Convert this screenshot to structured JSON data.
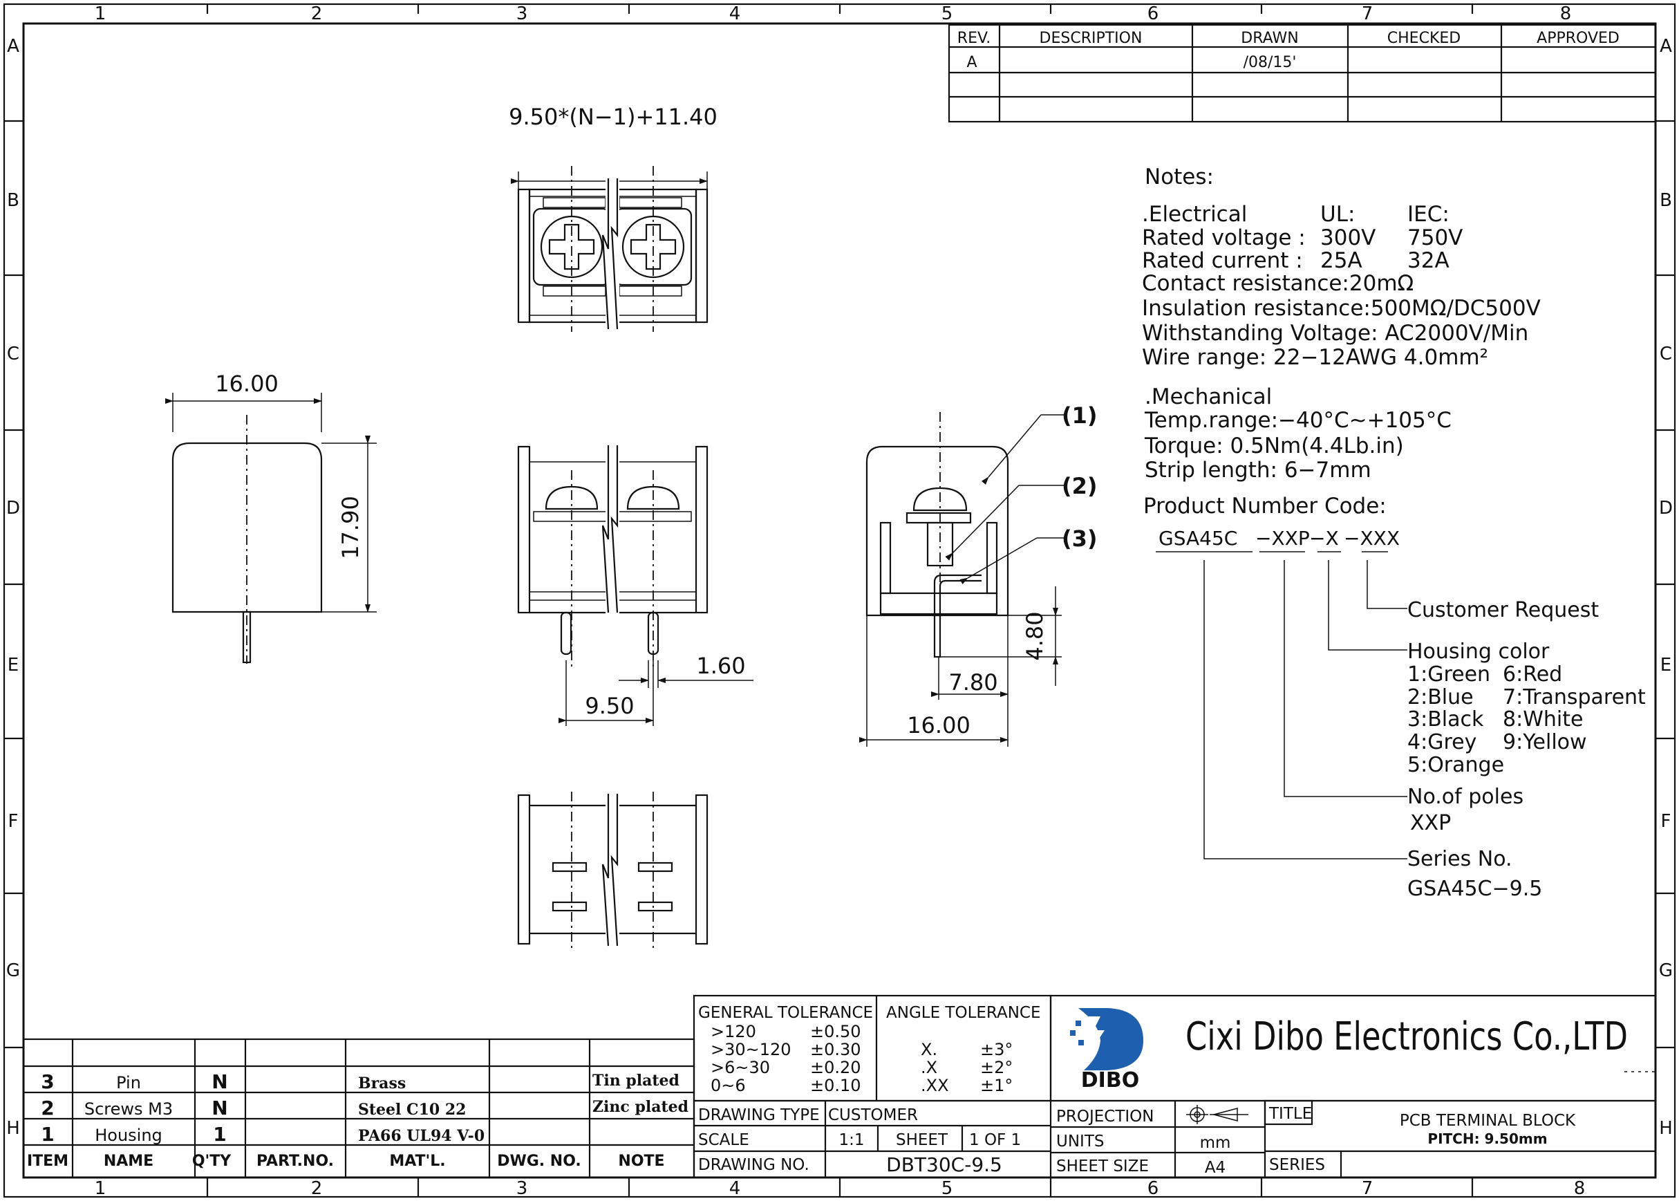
{
  "frame": {
    "columns": [
      "1",
      "2",
      "3",
      "4",
      "5",
      "6",
      "7",
      "8"
    ],
    "rows": [
      "A",
      "B",
      "C",
      "D",
      "E",
      "F",
      "G",
      "H"
    ]
  },
  "revision_table": {
    "headers": [
      "REV.",
      "DESCRIPTION",
      "DRAWN",
      "CHECKED",
      "APPROVED"
    ],
    "rows": [
      [
        "A",
        "",
        "/08/15'",
        "",
        ""
      ],
      [
        "",
        "",
        "",
        "",
        ""
      ]
    ]
  },
  "dimensions": {
    "top_width": "9.50*(N−1)+11.40",
    "side_width": "16.00",
    "side_height": "17.90",
    "pin_dia": "1.60",
    "pitch": "9.50",
    "pin_length": "4.80",
    "pin_offset": "7.80",
    "section_width": "16.00"
  },
  "callouts": [
    "(1)",
    "(2)",
    "(3)"
  ],
  "notes": {
    "title": "Notes:",
    "electrical": [
      [
        ".Electrical",
        "UL:",
        "IEC:"
      ],
      [
        "Rated  voltage  :",
        "300V",
        "750V"
      ],
      [
        "Rated  current  :",
        "25A",
        "32A"
      ]
    ],
    "electrical_lines": [
      "Contact  resistance:20mΩ",
      "Insulation  resistance:500MΩ/DC500V",
      "Withstanding  Voltage:  AC2000V/Min",
      "Wire  range:  22−12AWG  4.0mm²"
    ],
    "mechanical": [
      ".Mechanical",
      "Temp.range:−40°C~+105°C",
      "Torque:  0.5Nm(4.4Lb.in)",
      "Strip  length:  6−7mm"
    ],
    "product_code_title": "Product  Number  Code:",
    "code_series": "GSA45C",
    "code_poles": "−XXP",
    "code_color": "−X",
    "code_customer": "−XXX",
    "customer_request": "Customer  Request",
    "housing_color_title": "Housing  color",
    "housing_colors": [
      [
        "1:Green",
        "6:Red"
      ],
      [
        "2:Blue",
        "7:Transparent"
      ],
      [
        "3:Black",
        "8:White"
      ],
      [
        "4:Grey",
        "9:Yellow"
      ],
      [
        "5:Orange",
        ""
      ]
    ],
    "poles_title": "No.of  poles",
    "poles_value": "XXP",
    "series_title": "Series  No.",
    "series_value": "GSA45C−9.5"
  },
  "bom": {
    "headers": [
      "ITEM",
      "NAME",
      "Q'TY",
      "PART.NO.",
      "MAT'L.",
      "DWG. NO.",
      "NOTE"
    ],
    "rows": [
      [
        "3",
        "Pin",
        "N",
        "",
        "Brass",
        "",
        "Tin plated"
      ],
      [
        "2",
        "Screws M3",
        "N",
        "",
        "Steel C10 22",
        "",
        "Zinc plated"
      ],
      [
        "1",
        "Housing",
        "1",
        "",
        "PA66  UL94 V-0",
        "",
        ""
      ]
    ]
  },
  "tolerance": {
    "general_title": "GENERAL  TOLERANCE",
    "general": [
      [
        ">120",
        "±0.50"
      ],
      [
        ">30~120",
        "±0.30"
      ],
      [
        ">6~30",
        "±0.20"
      ],
      [
        "0~6",
        "±0.10"
      ]
    ],
    "angle_title": "ANGLE  TOLERANCE",
    "angle": [
      [
        "X.",
        "±3°"
      ],
      [
        ".X",
        "±2°"
      ],
      [
        ".XX",
        "±1°"
      ]
    ]
  },
  "title_block": {
    "company": "Cixi Dibo Electronics Co.,LTD",
    "logo_text": "DIBO",
    "drawing_type_label": "DRAWING  TYPE",
    "customer_label": "CUSTOMER",
    "scale_label": "SCALE",
    "scale_value": "1:1",
    "sheet_label": "SHEET",
    "sheet_value": "1  OF  1",
    "drawing_no_label": "DRAWING  NO.",
    "drawing_no_value": "DBT30C-9.5",
    "projection_label": "PROJECTION",
    "units_label": "UNITS",
    "units_value": "mm",
    "sheet_size_label": "SHEET  SIZE",
    "sheet_size_value": "A4",
    "title_label": "TITLE",
    "title_line1": "PCB  TERMINAL  BLOCK",
    "title_line2": "PITCH: 9.50mm",
    "series_label": "SERIES"
  }
}
